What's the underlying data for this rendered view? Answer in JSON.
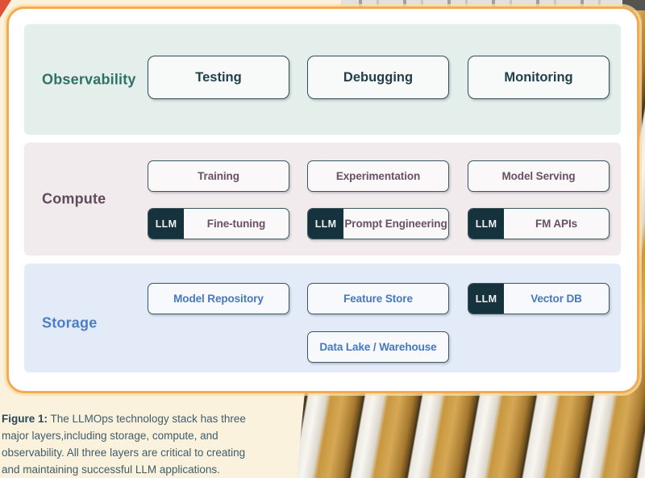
{
  "figure": {
    "layers": [
      {
        "id": "observability",
        "label": "Observability",
        "rows": [
          {
            "boxes": [
              {
                "label": "Testing"
              },
              {
                "label": "Debugging"
              },
              {
                "label": "Monitoring"
              }
            ]
          }
        ]
      },
      {
        "id": "compute",
        "label": "Compute",
        "rows": [
          {
            "boxes": [
              {
                "label": "Training"
              },
              {
                "label": "Experimentation"
              },
              {
                "label": "Model Serving"
              }
            ]
          },
          {
            "boxes": [
              {
                "tag": "LLM",
                "label": "Fine-tuning"
              },
              {
                "tag": "LLM",
                "label": "Prompt Engineering"
              },
              {
                "tag": "LLM",
                "label": "FM APIs"
              }
            ]
          }
        ]
      },
      {
        "id": "storage",
        "label": "Storage",
        "rows": [
          {
            "boxes": [
              {
                "label": "Model Repository"
              },
              {
                "label": "Feature Store"
              },
              {
                "tag": "LLM",
                "label": "Vector DB"
              }
            ]
          },
          {
            "boxes": [
              {
                "label": "Data Lake / Warehouse"
              }
            ]
          }
        ]
      }
    ]
  },
  "caption": {
    "bold": "Figure 1:",
    "line1_rest": " The LLMOps technology stack has three",
    "line2": "major layers,including storage, compute, and",
    "line3": "observability. All three layers are critical to creating",
    "line4": "and maintaining successful LLM applications."
  },
  "colors": {
    "page_bg": "#FBF2DE",
    "card_border": "#F3AA51",
    "observability_bg": "#E4EEEA",
    "observability_text": "#2E7265",
    "compute_bg": "#F2EBED",
    "compute_text": "#5F4A5C",
    "storage_bg": "#E4EBF8",
    "storage_text": "#4C7EC6",
    "llm_tag_bg": "#16333D",
    "box_border": "#3A565E"
  }
}
